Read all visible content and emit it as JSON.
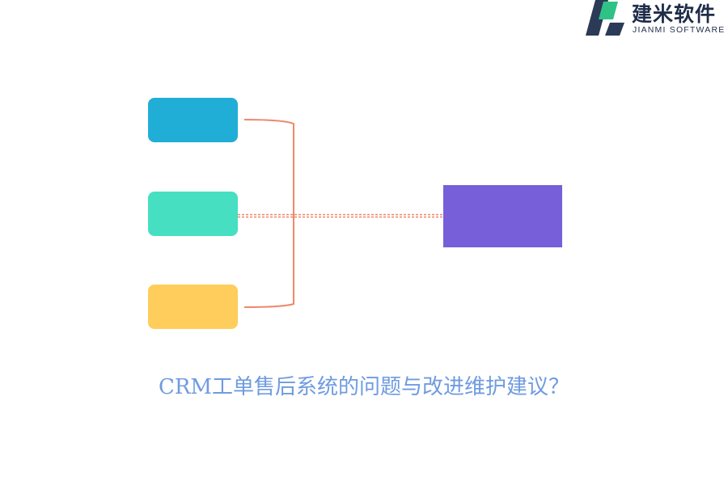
{
  "logo": {
    "name_cn": "建米软件",
    "name_en": "JIANMI SOFTWARE"
  },
  "diagram": {
    "title": "CRM工单售后系统的问题与改进维护建议？",
    "source_boxes": [
      {
        "label": "",
        "color": "#20aed6"
      },
      {
        "label": "",
        "color": "#46dfc1"
      },
      {
        "label": "",
        "color": "#fecd5b"
      }
    ],
    "target_box": {
      "label": "",
      "color": "#765fd9"
    },
    "connector_color": "#f0876a"
  }
}
